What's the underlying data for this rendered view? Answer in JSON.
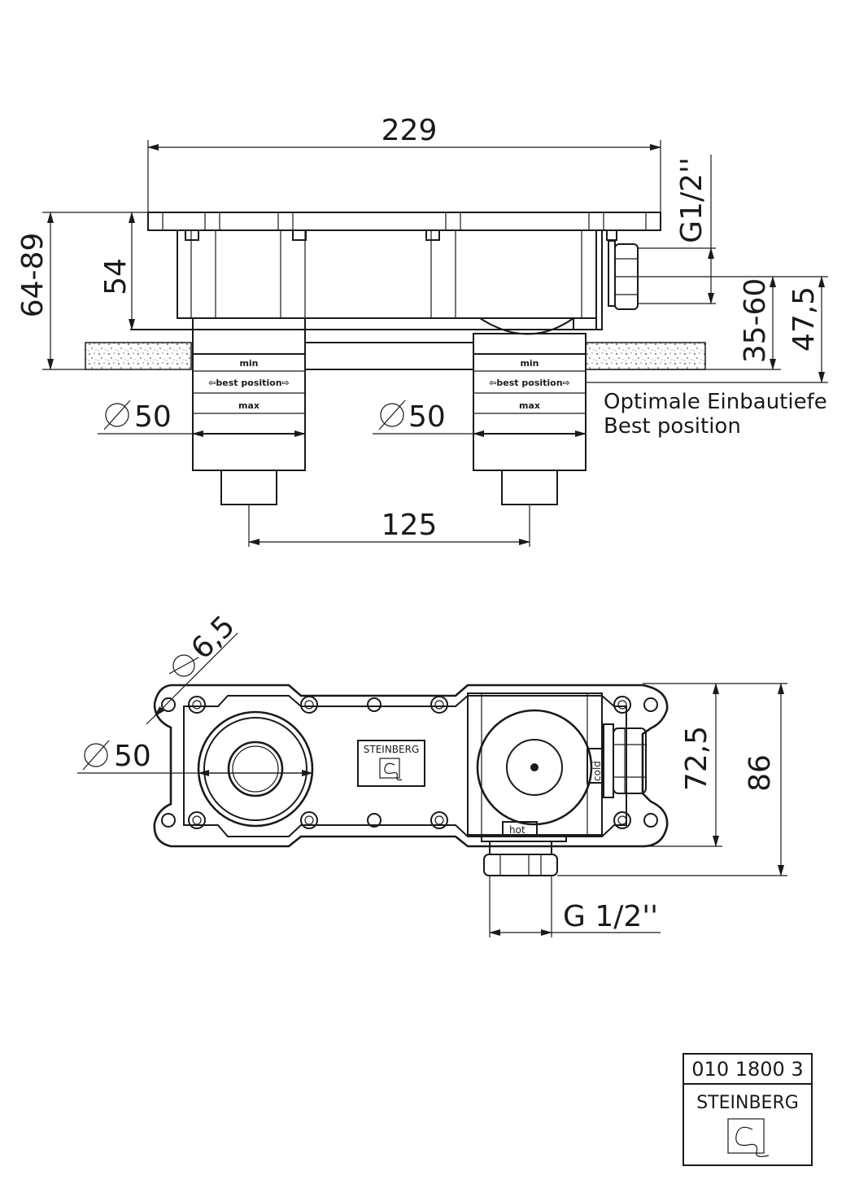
{
  "side_view": {
    "dim_overall_width": "229",
    "dim_height_range": "64-89",
    "dim_body_height": "54",
    "dim_thread_top": "G1/2''",
    "dim_depth_range": "35-60",
    "dim_depth": "47,5",
    "dim_dia_left": "50",
    "dim_dia_right": "50",
    "dim_spacing": "125",
    "sleeve_min": "min",
    "sleeve_best": "⇦best position⇨",
    "sleeve_max": "max",
    "note_de": "Optimale Einbautiefe",
    "note_en": "Best position"
  },
  "top_view": {
    "dim_hole": "6,5",
    "dim_dia": "50",
    "dim_height_inner": "72,5",
    "dim_height_outer": "86",
    "dim_thread_bottom": "G 1/2''",
    "label_cold": "cold",
    "label_hot": "hot",
    "brand": "STEINBERG"
  },
  "title_block": {
    "article_number": "010 1800 3",
    "brand": "STEINBERG"
  },
  "icons": [
    "diameter-symbol",
    "steinberg-logo-icon"
  ]
}
